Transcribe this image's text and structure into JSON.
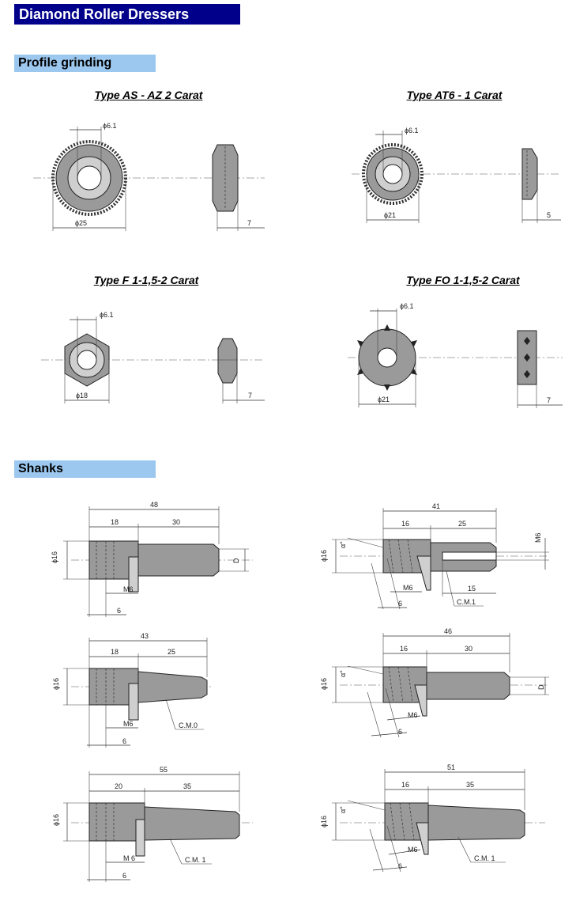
{
  "header": {
    "title": "Diamond Roller Dressers"
  },
  "sections": {
    "profile": "Profile grinding",
    "shanks": "Shanks"
  },
  "types": [
    {
      "title": "Type AS - AZ 2 Carat",
      "bore": "ɸ6.1",
      "dia": "ɸ25",
      "width": "7"
    },
    {
      "title": "Type AT6 - 1 Carat",
      "bore": "ɸ6.1",
      "dia": "ɸ21",
      "width": "5"
    },
    {
      "title": "Type F 1-1,5-2 Carat",
      "bore": "ɸ6.1",
      "dia": "ɸ18",
      "width": "7"
    },
    {
      "title": "Type FO 1-1,5-2 Carat",
      "bore": "ɸ6.1",
      "dia": "ɸ21",
      "width": "7"
    }
  ],
  "shanks": [
    {
      "total": "48",
      "head": "18",
      "body": "30",
      "dia": "ɸ16",
      "thread": "M6",
      "offset": "6",
      "end": "D",
      "taper": ""
    },
    {
      "total": "41",
      "head": "16",
      "body": "25",
      "dia": "ɸ16",
      "thread": "M6",
      "offset": "6",
      "end": "M6",
      "taper": "C.M.1",
      "sub": "15",
      "angle": "α°"
    },
    {
      "total": "43",
      "head": "18",
      "body": "25",
      "dia": "ɸ16",
      "thread": "M6",
      "offset": "6",
      "end": "",
      "taper": "C.M.0"
    },
    {
      "total": "46",
      "head": "16",
      "body": "30",
      "dia": "ɸ16",
      "thread": "M6",
      "offset": "6",
      "end": "D",
      "taper": "",
      "angle": "α°"
    },
    {
      "total": "55",
      "head": "20",
      "body": "35",
      "dia": "ɸ16",
      "thread": "M 6",
      "offset": "6",
      "end": "",
      "taper": "C.M. 1"
    },
    {
      "total": "51",
      "head": "16",
      "body": "35",
      "dia": "ɸ16",
      "thread": "M6",
      "offset": "6",
      "end": "",
      "taper": "C.M. 1",
      "angle": "α°"
    }
  ]
}
